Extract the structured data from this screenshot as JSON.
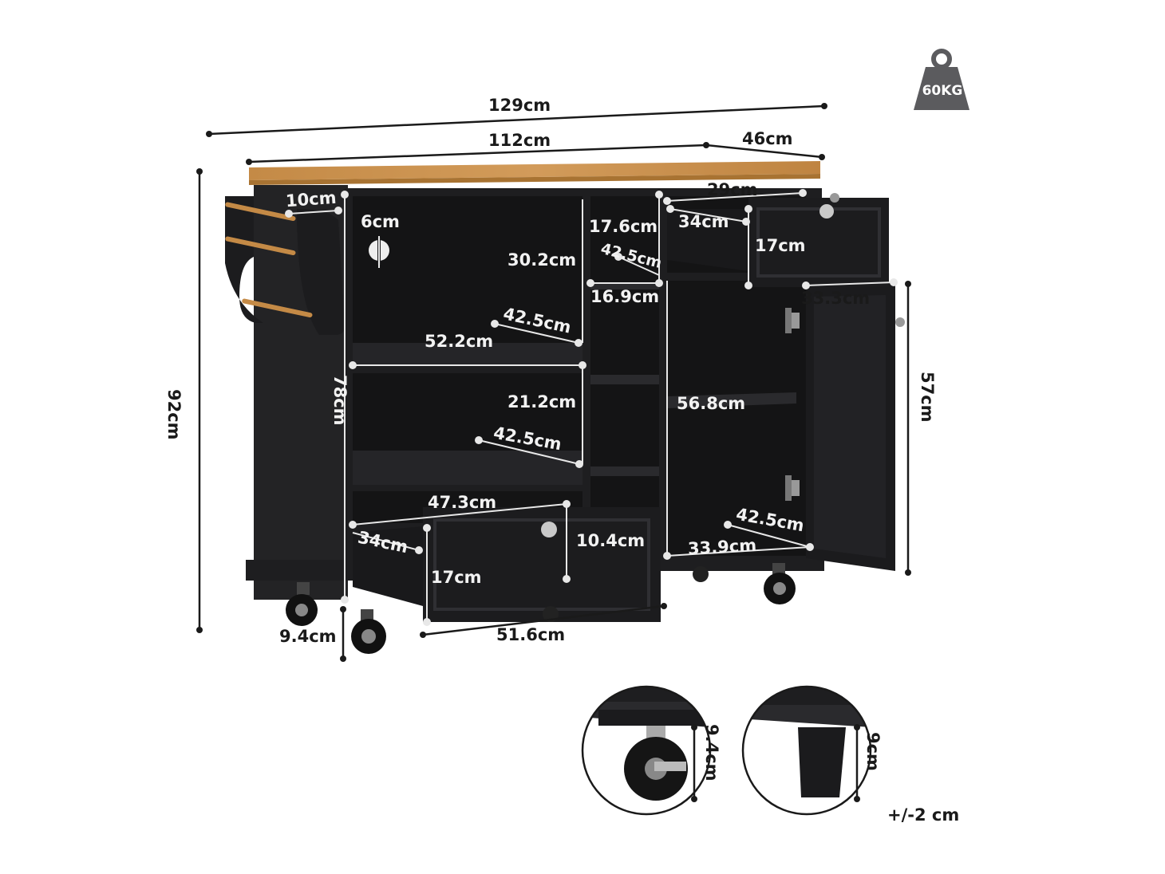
{
  "colors": {
    "cabinet": "#1e1e20",
    "cabinet_edge": "#2e2e31",
    "interior": "#141415",
    "wood_top": "#c8914f",
    "wood_edge": "#a87332",
    "dim_line": "#1a1a1a",
    "dim_line_light": "#e8e8e8",
    "weight_icon": "#5b5b5e"
  },
  "icons": [
    "weight-icon",
    "caster-wheel-icon",
    "fixed-leg-icon",
    "door-knob-icon",
    "hinge-icon"
  ],
  "weight": {
    "label": "60KG"
  },
  "dimensions": {
    "total_width": "129cm",
    "top_width": "112cm",
    "depth": "46cm",
    "height": "92cm",
    "towel_rack": "10cm",
    "hole_diameter": "6cm",
    "upper_shelf_height": "30.2cm",
    "upper_shelf_depth": "42.5cm",
    "upper_shelf_width": "52.2cm",
    "cabinet_height": "78cm",
    "middle_shelf_height": "21.2cm",
    "middle_shelf_depth": "42.5cm",
    "bottom_drawer_width": "47.3cm",
    "bottom_drawer_depth": "34cm",
    "bottom_drawer_inner_height": "10.4cm",
    "bottom_drawer_height": "17cm",
    "bottom_drawer_front": "51.6cm",
    "wheel_clearance": "9.4cm",
    "narrow_top_height": "17.6cm",
    "narrow_depth": "42.5cm",
    "narrow_width": "16.9cm",
    "top_drawer_width": "29cm",
    "top_drawer_depth": "34cm",
    "top_drawer_height": "17cm",
    "door_width": "33.3cm",
    "door_height": "57cm",
    "cabinet_inner_height": "56.8cm",
    "cabinet_depth": "42.5cm",
    "cabinet_inner_width": "33.9cm"
  },
  "details": {
    "caster_height": "9.4cm",
    "leg_height": "9cm",
    "tolerance": "+/-2 cm"
  }
}
